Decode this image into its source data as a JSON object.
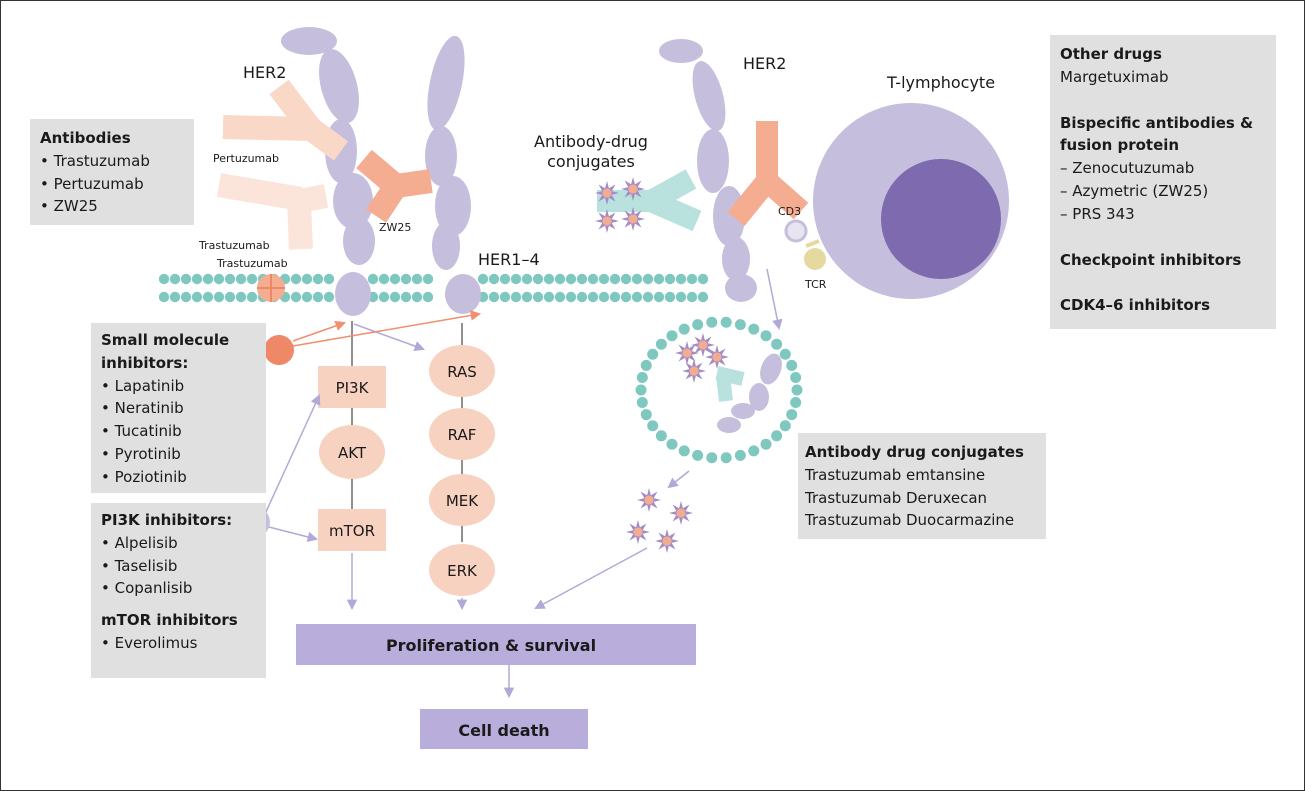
{
  "labels": {
    "her2_left": "HER2",
    "her2_right": "HER2",
    "her1_4": "HER1–4",
    "pertuzumab": "Pertuzumab",
    "zw25": "ZW25",
    "trastuzumab_1": "Trastuzumab",
    "trastuzumab_2": "Trastuzumab",
    "adc_line1": "Antibody-drug",
    "adc_line2": "conjugates",
    "t_lymphocyte": "T-lymphocyte",
    "cd3": "CD3",
    "tcr": "TCR"
  },
  "pathway": {
    "pi3k": "PI3K",
    "akt": "AKT",
    "mtor": "mTOR",
    "ras": "RAS",
    "raf": "RAF",
    "mek": "MEK",
    "erk": "ERK"
  },
  "outcomes": {
    "proliferation": "Proliferation & survival",
    "cell_death": "Cell death"
  },
  "antibodies_box": {
    "title": "Antibodies",
    "items": [
      "Trastuzumab",
      "Pertuzumab",
      "ZW25"
    ]
  },
  "inhibitors_box": {
    "small_molecule_title_1": "Small molecule",
    "small_molecule_title_2": "inhibitors:",
    "small_molecule_items": [
      "Lapatinib",
      "Neratinib",
      "Tucatinib",
      "Pyrotinib",
      "Poziotinib"
    ]
  },
  "pi3k_box": {
    "pi3k_title": "PI3K inhibitors:",
    "pi3k_items": [
      "Alpelisib",
      "Taselisib",
      "Copanlisib"
    ],
    "mtor_title": "mTOR inhibitors",
    "mtor_items": [
      "Everolimus"
    ]
  },
  "adc_box": {
    "title": "Antibody drug conjugates",
    "items": [
      "Trastuzumab emtansine",
      "Trastuzumab Deruxecan",
      "Trastuzumab Duocarmazine"
    ]
  },
  "other_box": {
    "other_title": "Other drugs",
    "other_items": [
      "Margetuximab"
    ],
    "bispecific_title_1": "Bispecific antibodies &",
    "bispecific_title_2": "fusion protein",
    "bispecific_items": [
      "Zenocutuzumab",
      "Azymetric (ZW25)",
      "PRS 343"
    ],
    "checkpoint_title": "Checkpoint inhibitors",
    "cdk_title": "CDK4–6 inhibitors"
  },
  "colors": {
    "receptor": "#c6bedd",
    "membrane": "#7ec8c0",
    "antibody_light": "#f9d8c8",
    "antibody_orange": "#f4ad90",
    "adc_antibody": "#b9e1dd",
    "kinase": "#f8d2c0",
    "outcome_box": "#b9addb",
    "cell_dark": "#7e6aaf",
    "tcr": "#e6d9a0",
    "small_molecule_dot": "#ee8866",
    "arrow_purple": "#b3a8d6",
    "arrow_orange": "#ef9070",
    "panel_bg": "#e0e0e0"
  }
}
